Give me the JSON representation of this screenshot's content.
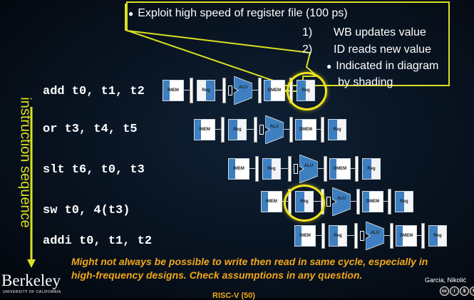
{
  "callout": {
    "bullet_main": "Exploit high speed of register file (100 ps)",
    "step1_num": "1)",
    "step1_text": "WB updates value",
    "step2_num": "2)",
    "step2_text": "ID reads new value",
    "sub_bullet_line1": "Indicated in diagram",
    "sub_bullet_line2": "by shading"
  },
  "axis_label": "instruction sequence",
  "instructions": [
    "add t0, t1, t2",
    "or t3, t4, t5",
    "slt t6, t0, t3",
    "sw t0, 4(t3)",
    "addi t0, t1, t2"
  ],
  "pipeline_labels": {
    "imem": "IMEM",
    "reg": "Reg",
    "alu": "ALU",
    "dmem": "DMEM"
  },
  "note": "Might not always be possible to write then read in same cycle, especially in high-frequency designs. Check assumptions in any question.",
  "logo": {
    "name": "Berkeley",
    "sub": "UNIVERSITY OF CALIFORNIA"
  },
  "authors": "Garcia, Nikolić",
  "footer": "RISC-V (50)",
  "license_icons": [
    "cc",
    "by",
    "nc",
    "sa"
  ],
  "colors": {
    "accent_yellow": "#f1e31b",
    "note_orange": "#f2a71b",
    "axis_label": "#d9e021",
    "reg_shade": "#3d7fc0"
  }
}
